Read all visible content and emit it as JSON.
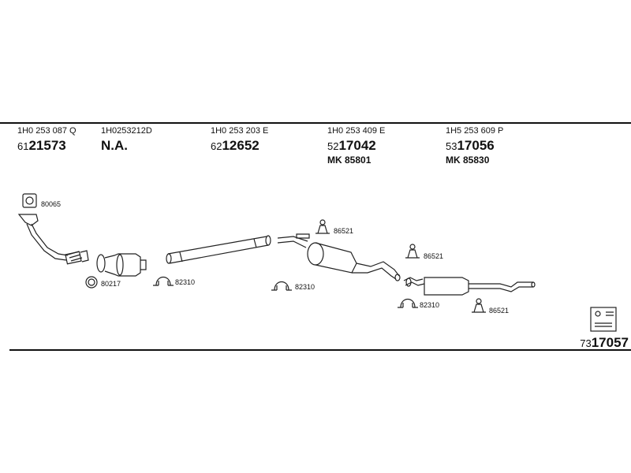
{
  "columns": [
    {
      "oe": "1H0 253 087 Q",
      "art_prefix": "61",
      "art_main": "21573"
    },
    {
      "oe": "1H0253212D",
      "art_text": "N.A."
    },
    {
      "oe": "1H0 253 203 E",
      "art_prefix": "62",
      "art_main": "12652"
    },
    {
      "oe": "1H0 253 409 E",
      "art_prefix": "52",
      "art_main": "17042",
      "mk": "MK  85801"
    },
    {
      "oe": "1H5 253 609 P",
      "art_prefix": "53",
      "art_main": "17056",
      "mk": "MK  85830"
    }
  ],
  "labels": {
    "gasket_top": "80065",
    "ring": "80217",
    "clamp_1": "82310",
    "clamp_2": "82310",
    "clamp_3": "82310",
    "mount_1": "86521",
    "mount_2": "86521",
    "mount_3": "86521"
  },
  "kit": {
    "prefix": "73",
    "main": "17057"
  }
}
